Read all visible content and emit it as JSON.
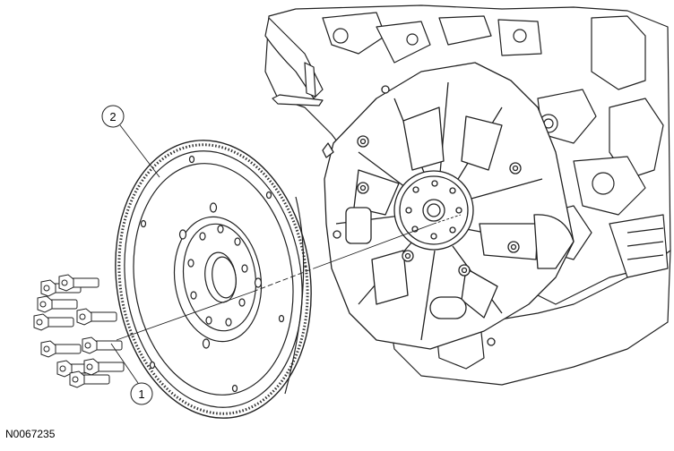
{
  "diagram": {
    "callouts": [
      {
        "number": "1"
      },
      {
        "number": "2"
      }
    ],
    "figure_id": "N0067235"
  }
}
